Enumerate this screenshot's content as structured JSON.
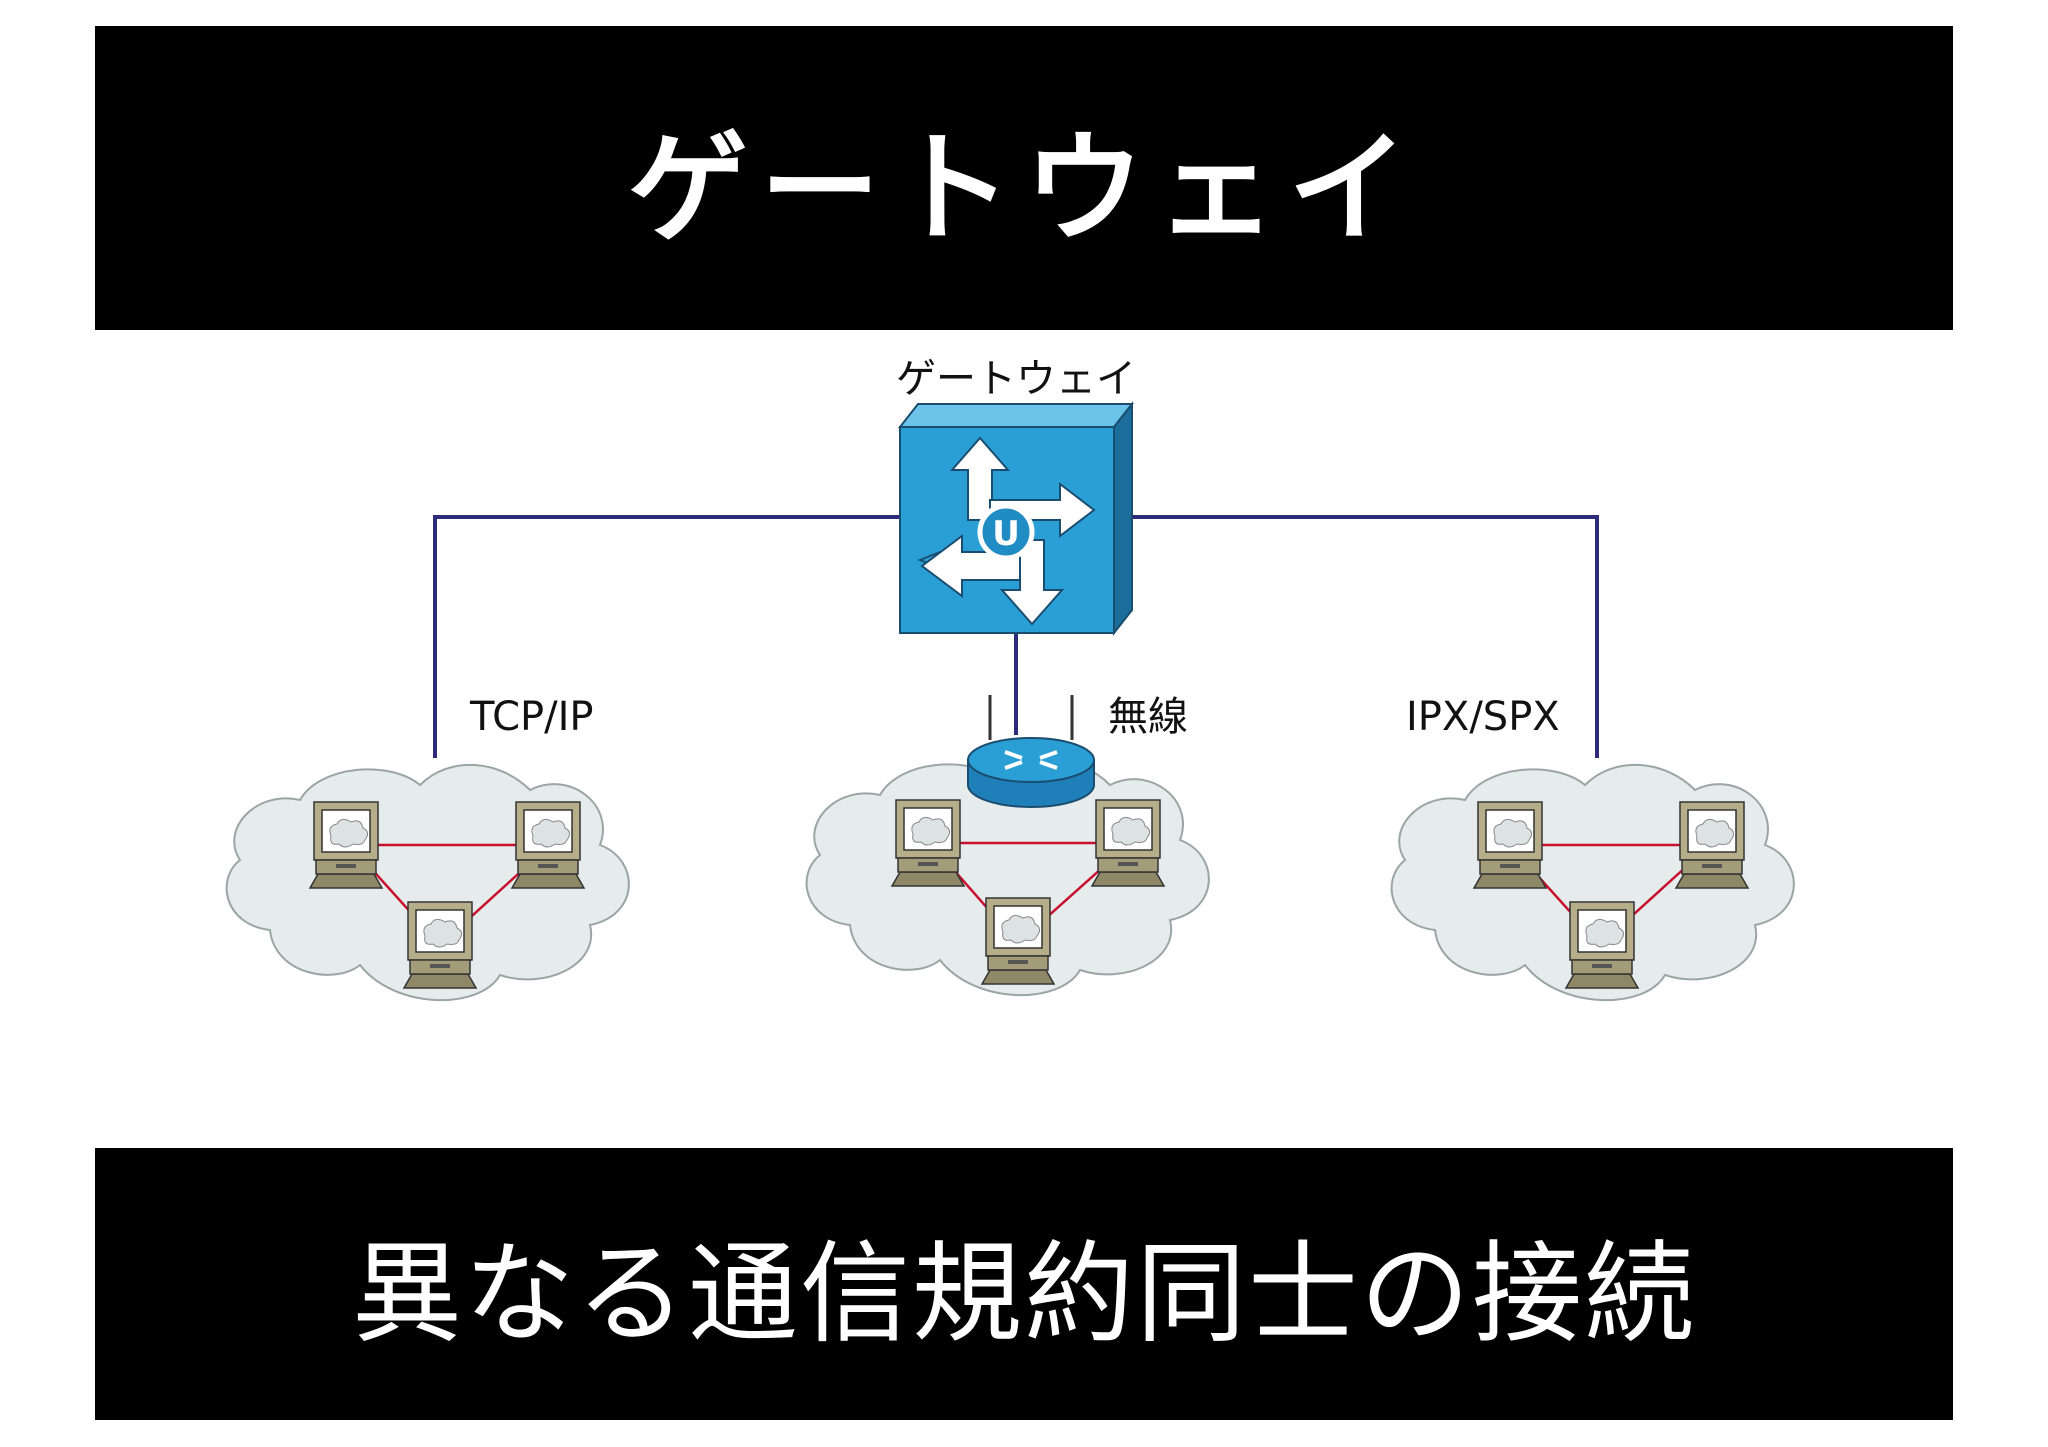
{
  "title": "ゲートウェイ",
  "subtitle": "異なる通信規約同士の接続",
  "diagram": {
    "gateway": {
      "label": "ゲートウェイ",
      "icon": "gateway-router-icon",
      "badge": "U"
    },
    "networks": [
      {
        "id": "tcpip",
        "label": "TCP/IP",
        "nodes": [
          "pc-icon",
          "pc-icon",
          "pc-icon"
        ]
      },
      {
        "id": "wireless",
        "label": "無線",
        "nodes": [
          "pc-icon",
          "pc-icon",
          "pc-icon"
        ],
        "access_point": "wireless-router-icon"
      },
      {
        "id": "ipxspx",
        "label": "IPX/SPX",
        "nodes": [
          "pc-icon",
          "pc-icon",
          "pc-icon"
        ]
      }
    ],
    "colors": {
      "gateway_fill": "#2a9fd6",
      "link_line": "#2b2b7a",
      "lan_line": "#c8102e",
      "cloud_fill": "#e6ecec",
      "pc_body": "#b5ae88"
    }
  }
}
